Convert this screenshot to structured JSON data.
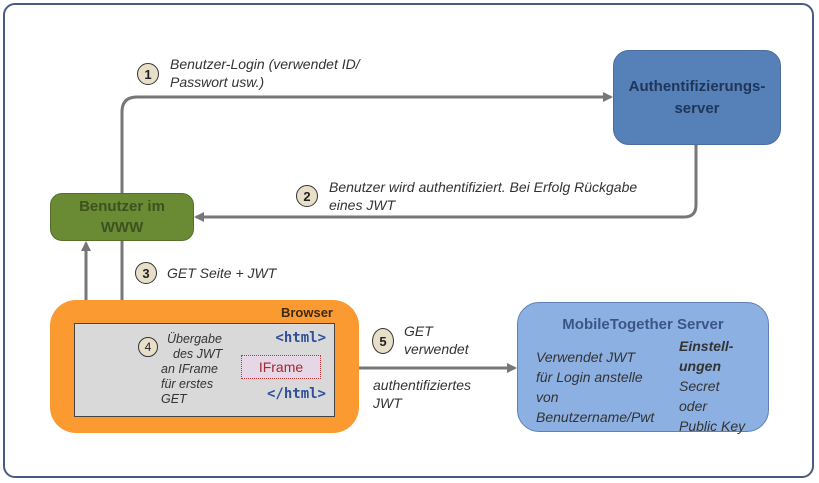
{
  "nodes": {
    "auth_server": "Authentifizierungs-\nserver",
    "auth_server_line1": "Authentifizierungs-",
    "auth_server_line2": "server",
    "user_line1": "Benutzer im",
    "user_line2": "WWW",
    "browser": "Browser",
    "html_open": "<html>",
    "html_close": "</html>",
    "iframe": "IFrame",
    "mt_title": "MobileTogether Server",
    "mt_left": [
      "Verwendet JWT",
      "für Login anstelle",
      "von",
      "Benutzername/Pwt"
    ],
    "mt_right_bold": [
      "Einstell-",
      "ungen"
    ],
    "mt_right": [
      "Secret",
      "oder",
      "Public Key"
    ]
  },
  "steps": [
    {
      "num": "1",
      "lines": [
        "Benutzer-Login (verwendet ID/",
        "Passwort usw.)"
      ]
    },
    {
      "num": "2",
      "lines": [
        "Benutzer wird authentifiziert. Bei Erfolg Rückgabe",
        "eines JWT"
      ]
    },
    {
      "num": "3",
      "lines": [
        "GET Seite + JWT"
      ]
    },
    {
      "num": "4",
      "lines": [
        "Übergabe",
        "des JWT",
        "an IFrame",
        "für erstes",
        "GET"
      ]
    },
    {
      "num": "5",
      "lines": [
        "GET",
        "verwendet"
      ],
      "lines_below": [
        "authentifiziertes",
        "JWT"
      ]
    }
  ],
  "colors": {
    "auth_server": "#5580b8",
    "user": "#6b8a34",
    "browser": "#fb9a31",
    "mobiletogether": "#8db0e3",
    "arrow": "#7a7a7a"
  }
}
